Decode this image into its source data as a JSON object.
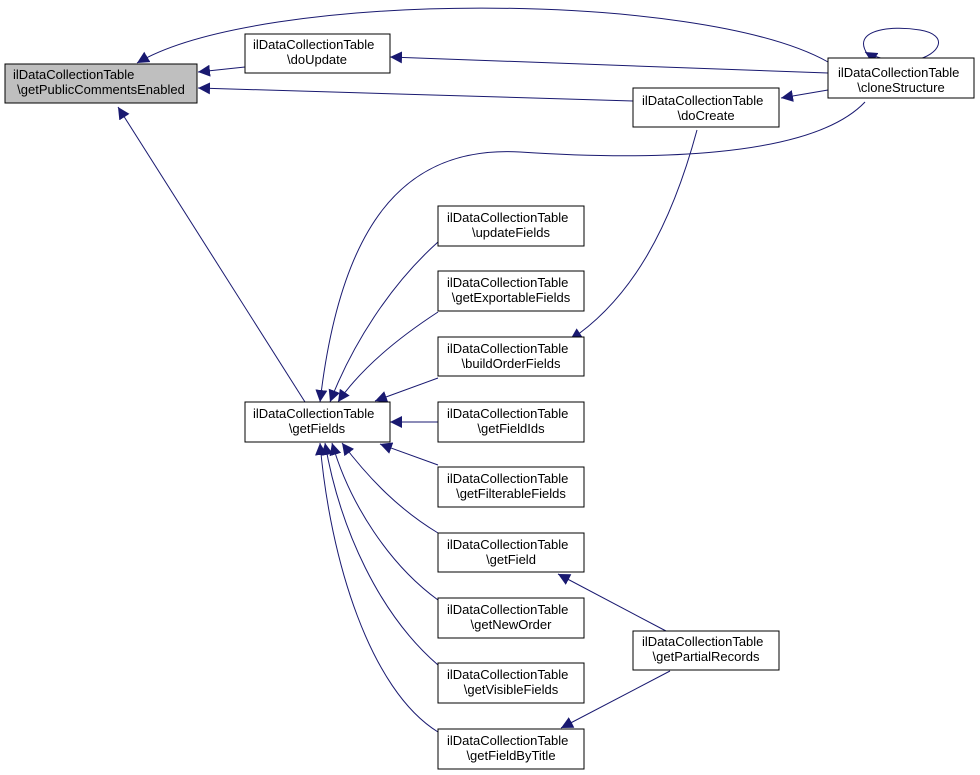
{
  "graph": {
    "nodes": {
      "getPublicCommentsEnabled": {
        "line1": "ilDataCollectionTable",
        "line2": "\\getPublicCommentsEnabled"
      },
      "doUpdate": {
        "line1": "ilDataCollectionTable",
        "line2": "\\doUpdate"
      },
      "cloneStructure": {
        "line1": "ilDataCollectionTable",
        "line2": "\\cloneStructure"
      },
      "doCreate": {
        "line1": "ilDataCollectionTable",
        "line2": "\\doCreate"
      },
      "updateFields": {
        "line1": "ilDataCollectionTable",
        "line2": "\\updateFields"
      },
      "getExportableFields": {
        "line1": "ilDataCollectionTable",
        "line2": "\\getExportableFields"
      },
      "buildOrderFields": {
        "line1": "ilDataCollectionTable",
        "line2": "\\buildOrderFields"
      },
      "getFields": {
        "line1": "ilDataCollectionTable",
        "line2": "\\getFields"
      },
      "getFieldIds": {
        "line1": "ilDataCollectionTable",
        "line2": "\\getFieldIds"
      },
      "getFilterableFields": {
        "line1": "ilDataCollectionTable",
        "line2": "\\getFilterableFields"
      },
      "getField": {
        "line1": "ilDataCollectionTable",
        "line2": "\\getField"
      },
      "getNewOrder": {
        "line1": "ilDataCollectionTable",
        "line2": "\\getNewOrder"
      },
      "getPartialRecords": {
        "line1": "ilDataCollectionTable",
        "line2": "\\getPartialRecords"
      },
      "getVisibleFields": {
        "line1": "ilDataCollectionTable",
        "line2": "\\getVisibleFields"
      },
      "getFieldByTitle": {
        "line1": "ilDataCollectionTable",
        "line2": "\\getFieldByTitle"
      }
    },
    "edges": [
      {
        "from": "doUpdate",
        "to": "getPublicCommentsEnabled"
      },
      {
        "from": "cloneStructure",
        "to": "getPublicCommentsEnabled"
      },
      {
        "from": "doCreate",
        "to": "getPublicCommentsEnabled"
      },
      {
        "from": "getFields",
        "to": "getPublicCommentsEnabled"
      },
      {
        "from": "cloneStructure",
        "to": "doUpdate"
      },
      {
        "from": "cloneStructure",
        "to": "doCreate"
      },
      {
        "from": "cloneStructure",
        "to": "cloneStructure"
      },
      {
        "from": "cloneStructure",
        "to": "getFields"
      },
      {
        "from": "doCreate",
        "to": "buildOrderFields"
      },
      {
        "from": "updateFields",
        "to": "getFields"
      },
      {
        "from": "getExportableFields",
        "to": "getFields"
      },
      {
        "from": "buildOrderFields",
        "to": "getFields"
      },
      {
        "from": "getFieldIds",
        "to": "getFields"
      },
      {
        "from": "getFilterableFields",
        "to": "getFields"
      },
      {
        "from": "getField",
        "to": "getFields"
      },
      {
        "from": "getNewOrder",
        "to": "getFields"
      },
      {
        "from": "getVisibleFields",
        "to": "getFields"
      },
      {
        "from": "getFieldByTitle",
        "to": "getFields"
      },
      {
        "from": "getPartialRecords",
        "to": "getField"
      },
      {
        "from": "getPartialRecords",
        "to": "getFieldByTitle"
      }
    ],
    "colors": {
      "edge": "#191970",
      "root_fill": "#bfbfbf",
      "node_fill": "#ffffff",
      "border": "#000000"
    }
  }
}
